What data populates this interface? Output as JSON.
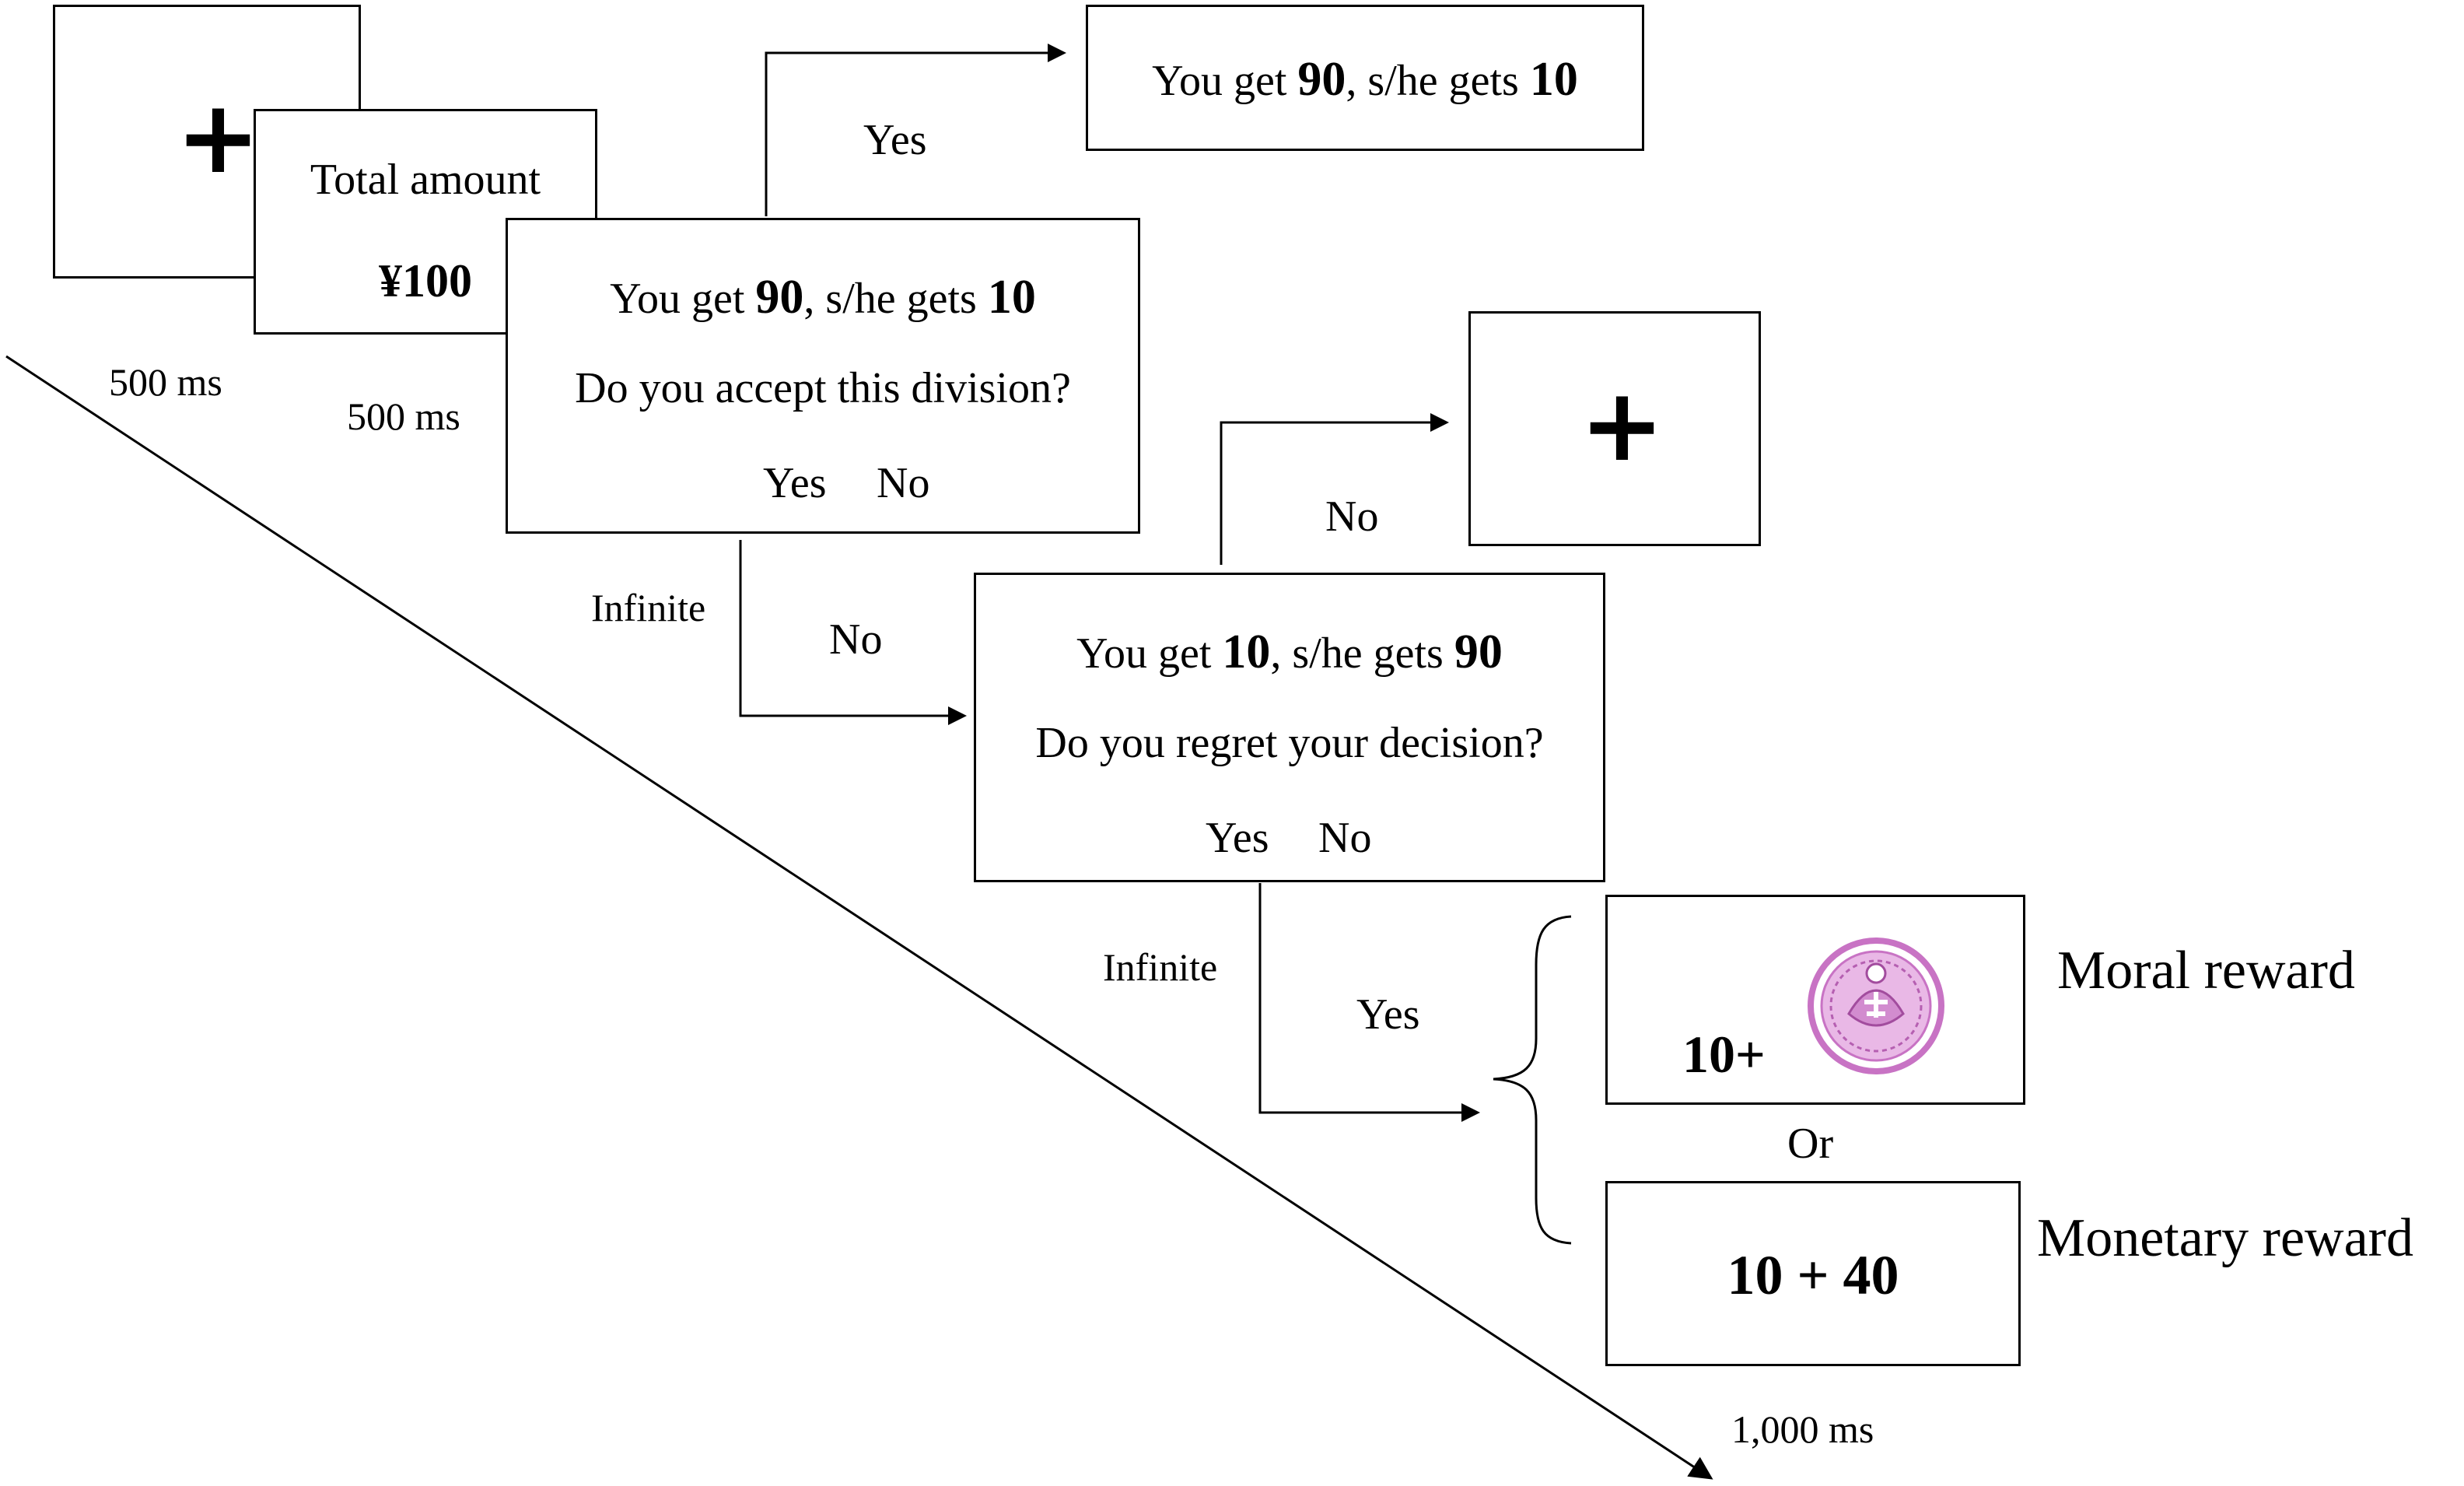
{
  "fixation": {
    "symbol": "+",
    "duration": "500 ms"
  },
  "total_amount": {
    "label": "Total amount",
    "value": "¥100",
    "duration": "500 ms"
  },
  "offer": {
    "prefix": "You get ",
    "you_amount": "90",
    "middle": ", s/he gets ",
    "other_amount": "10",
    "question": "Do you accept this division?",
    "yes": "Yes",
    "no": "No",
    "duration": "Infinite"
  },
  "accept_result": {
    "prefix": "You get ",
    "you_amount": "90",
    "middle": ", s/he gets ",
    "other_amount": "10"
  },
  "branch_labels": {
    "yes_top": "Yes",
    "no_mid": "No",
    "no_right": "No",
    "yes_bottom": "Yes"
  },
  "end_fixation": {
    "symbol": "+"
  },
  "regret": {
    "prefix": "You get ",
    "you_amount": "10",
    "middle": ", s/he gets ",
    "other_amount": "90",
    "question": "Do you regret your decision?",
    "yes": "Yes",
    "no": "No",
    "duration": "Infinite"
  },
  "moral": {
    "value": "10+",
    "label": "Moral reward",
    "badge_color": "#c873c4"
  },
  "or_label": "Or",
  "monetary": {
    "value": "10 + 40",
    "label": "Monetary reward"
  },
  "timeline": {
    "end_label": "1,000 ms"
  }
}
